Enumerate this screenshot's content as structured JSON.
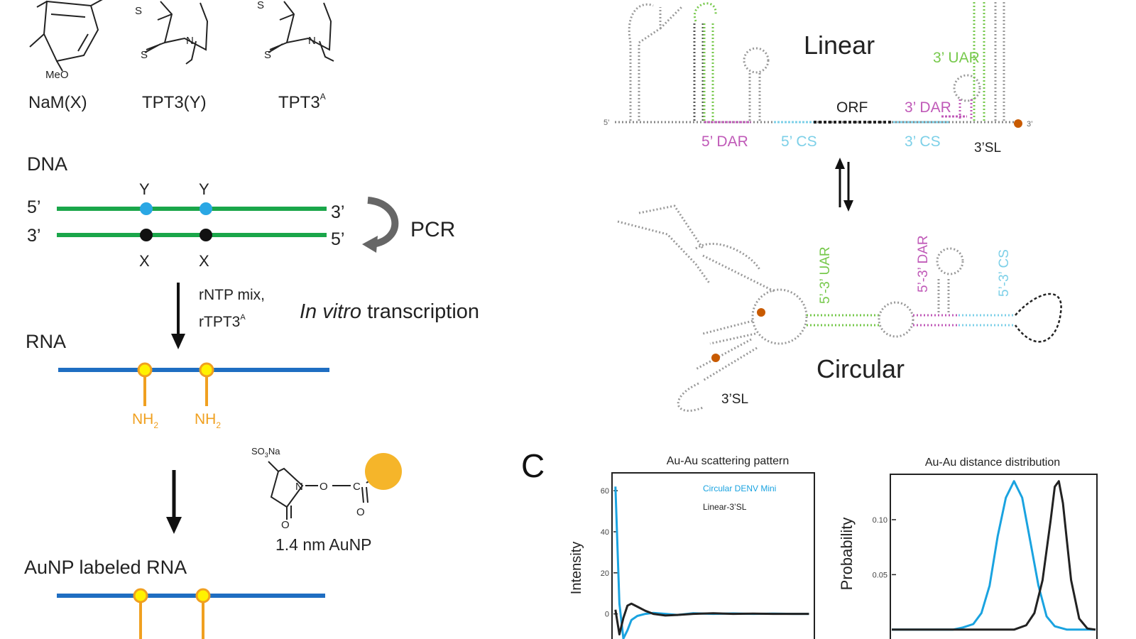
{
  "colors": {
    "green": "#1aa64a",
    "blue": "#1f6ec2",
    "cyan": "#1aa3e0",
    "black": "#111111",
    "orange": "#f0a020",
    "yellow": "#f5c518",
    "gold": "#f5b52a",
    "rna_green": "#77c94c",
    "magenta": "#c05ab8",
    "light_cyan": "#7dd0e8",
    "gray": "#555555",
    "dark_orange": "#c85a00"
  },
  "panel_a": {
    "compounds": [
      {
        "label": "NaM(X)",
        "sub": "MeO"
      },
      {
        "label": "TPT3(Y)"
      },
      {
        "label": "TPT3",
        "sup": "A"
      }
    ],
    "atoms": {
      "s": "S",
      "n": "N"
    },
    "dna": {
      "title": "DNA",
      "top_5": "5’",
      "top_3": "3’",
      "bottom_3": "3’",
      "bottom_5": "5’",
      "y": "Y",
      "x": "X",
      "pcr": "PCR"
    },
    "ivt": {
      "mix_line1": "rNTP mix,",
      "mix_line2": "rTPT3",
      "mix_sup": "A",
      "label_italic": "In vitro",
      "label_rest": " transcription"
    },
    "rna": {
      "title": "RNA",
      "nh2": "NH",
      "nh2_sub": "2"
    },
    "reagent": {
      "so3na": "SO",
      "so3na_sub": "3",
      "so3na_rest": "Na",
      "n": "N",
      "o": "O",
      "c": "C",
      "caption": "1.4 nm AuNP"
    },
    "labeled": {
      "title": "AuNP labeled RNA"
    }
  },
  "panel_b": {
    "linear_title": "Linear",
    "circular_title": "Circular",
    "linear_labels": {
      "utr3_uar": "3’ UAR",
      "orf": "ORF",
      "dar3": "3’ DAR",
      "dar5": "5’ DAR",
      "cs5": "5’ CS",
      "cs3": "3’ CS",
      "sl3": "3’SL",
      "five_prime": "5’",
      "three_prime": "3’"
    },
    "circular_labels": {
      "uar": "5’-3’ UAR",
      "dar": "5’-3’ DAR",
      "cs": "5’-3’ CS",
      "sl3": "3’SL"
    }
  },
  "panel_c": {
    "letter": "C",
    "chart_data": [
      {
        "type": "line",
        "title": "Au-Au scattering pattern",
        "ylabel": "Intensity",
        "xlabel": "",
        "y_ticks": [
          0,
          20,
          40,
          60
        ],
        "ylim": [
          -15,
          68
        ],
        "xlim": [
          0,
          50
        ],
        "series": [
          {
            "name": "Circular DENV Mini",
            "color": "#1aa3e0",
            "x": [
              0.5,
              1.5,
              2.5,
              3.5,
              4.5,
              6,
              8,
              10,
              13,
              16,
              20,
              25,
              30,
              35,
              40,
              45,
              49
            ],
            "y": [
              62,
              5,
              -12,
              -8,
              -3,
              -1,
              0,
              0.5,
              0,
              -0.5,
              0.3,
              0,
              0.2,
              0,
              0.1,
              0,
              0
            ]
          },
          {
            "name": "Linear-3’SL",
            "color": "#222222",
            "x": [
              0.5,
              1.5,
              2.5,
              3.5,
              4.5,
              6,
              8,
              10,
              13,
              16,
              20,
              25,
              30,
              35,
              40,
              45,
              49
            ],
            "y": [
              2,
              -10,
              -2,
              4,
              5,
              3.5,
              1.5,
              0,
              -0.8,
              -0.5,
              0,
              0.3,
              0,
              0.1,
              0,
              0,
              0
            ]
          }
        ]
      },
      {
        "type": "line",
        "title": "Au-Au distance distribution",
        "ylabel": "Probability",
        "xlabel": "",
        "y_ticks": [
          0.05,
          0.1
        ],
        "y_tick_labels": [
          "0.05",
          "0.10"
        ],
        "ylim": [
          -0.015,
          0.14
        ],
        "xlim": [
          0,
          100
        ],
        "series": [
          {
            "color": "#1aa3e0",
            "x": [
              0,
              30,
              35,
              40,
              44,
              48,
              52,
              56,
              60,
              64,
              68,
              72,
              76,
              80,
              86,
              100
            ],
            "y": [
              0,
              0,
              0.002,
              0.005,
              0.015,
              0.04,
              0.085,
              0.12,
              0.135,
              0.12,
              0.08,
              0.04,
              0.012,
              0.003,
              0,
              0
            ]
          },
          {
            "color": "#222222",
            "x": [
              0,
              60,
              66,
              70,
              74,
              78,
              80,
              82,
              84,
              86,
              88,
              92,
              96,
              100
            ],
            "y": [
              0,
              0,
              0.004,
              0.015,
              0.045,
              0.1,
              0.13,
              0.135,
              0.115,
              0.08,
              0.045,
              0.01,
              0.001,
              0
            ]
          }
        ]
      }
    ]
  }
}
